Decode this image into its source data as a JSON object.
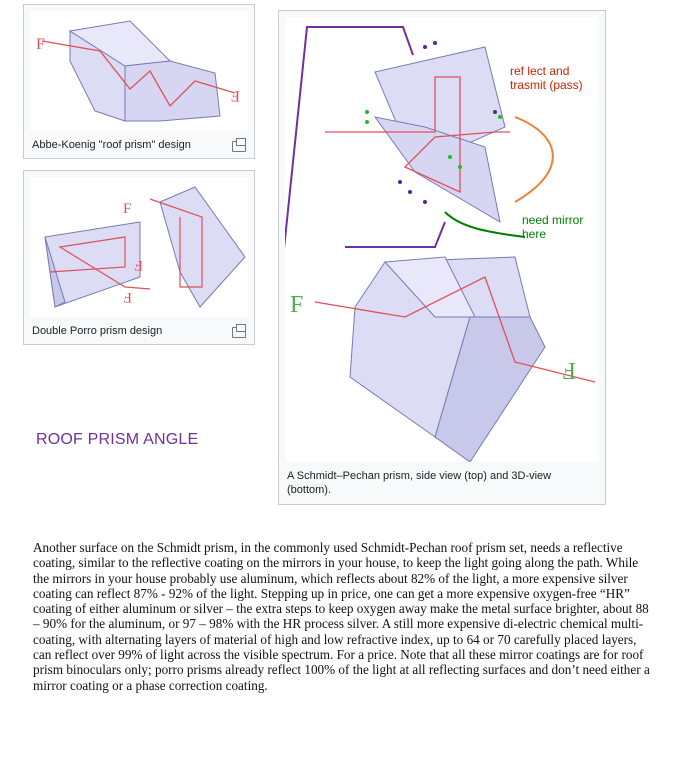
{
  "figures": [
    {
      "caption": "Abbe-Koenig \"roof prism\" design"
    },
    {
      "caption": "Double Porro prism design"
    },
    {
      "caption": "A Schmidt–Pechan prism, side view (top) and 3D-view (bottom)."
    }
  ],
  "annotations": {
    "roof_prism_angle": "ROOF PRISM ANGLE",
    "reflect_line1": "ref lect and",
    "reflect_line2": "trasmit (pass)",
    "mirror_line1": "need mirror",
    "mirror_line2": "here"
  },
  "glyph_labels": {
    "f": "F"
  },
  "colors": {
    "ray": "#e0505a",
    "prism_fill": "#dcdcf5",
    "prism_edge": "#7a7ab5",
    "purple": "#7030a0",
    "orange": "#f08030",
    "green": "#008000"
  },
  "icons": [
    "magnify-icon"
  ],
  "paragraph": "Another surface on the Schmidt prism, in the commonly used Schmidt-Pechan roof prism set, needs a reflective coating, similar to the reflective coating on the mirrors in your house, to keep the light going along the path. While the mirrors in your house probably use aluminum, which reflects about 82% of the light, a more expensive silver coating can reflect 87% - 92% of the light. Stepping up in price, one can get a more expensive oxygen-free “HR” coating of either aluminum or silver – the extra steps to keep oxygen away make the metal surface brighter, about 88 – 90% for the aluminum, or 97 – 98% with the HR process silver. A still more expensive di-electric chemical multi-coating, with alternating layers of material of high and low refractive index, up to 64 or 70 carefully placed layers, can reflect over 99% of light across the visible spectrum. For a price. Note that all these mirror coatings are for roof prism binoculars only; porro prisms already reflect 100% of the light at all reflecting surfaces and don’t need either a mirror coating or a phase correction coating."
}
